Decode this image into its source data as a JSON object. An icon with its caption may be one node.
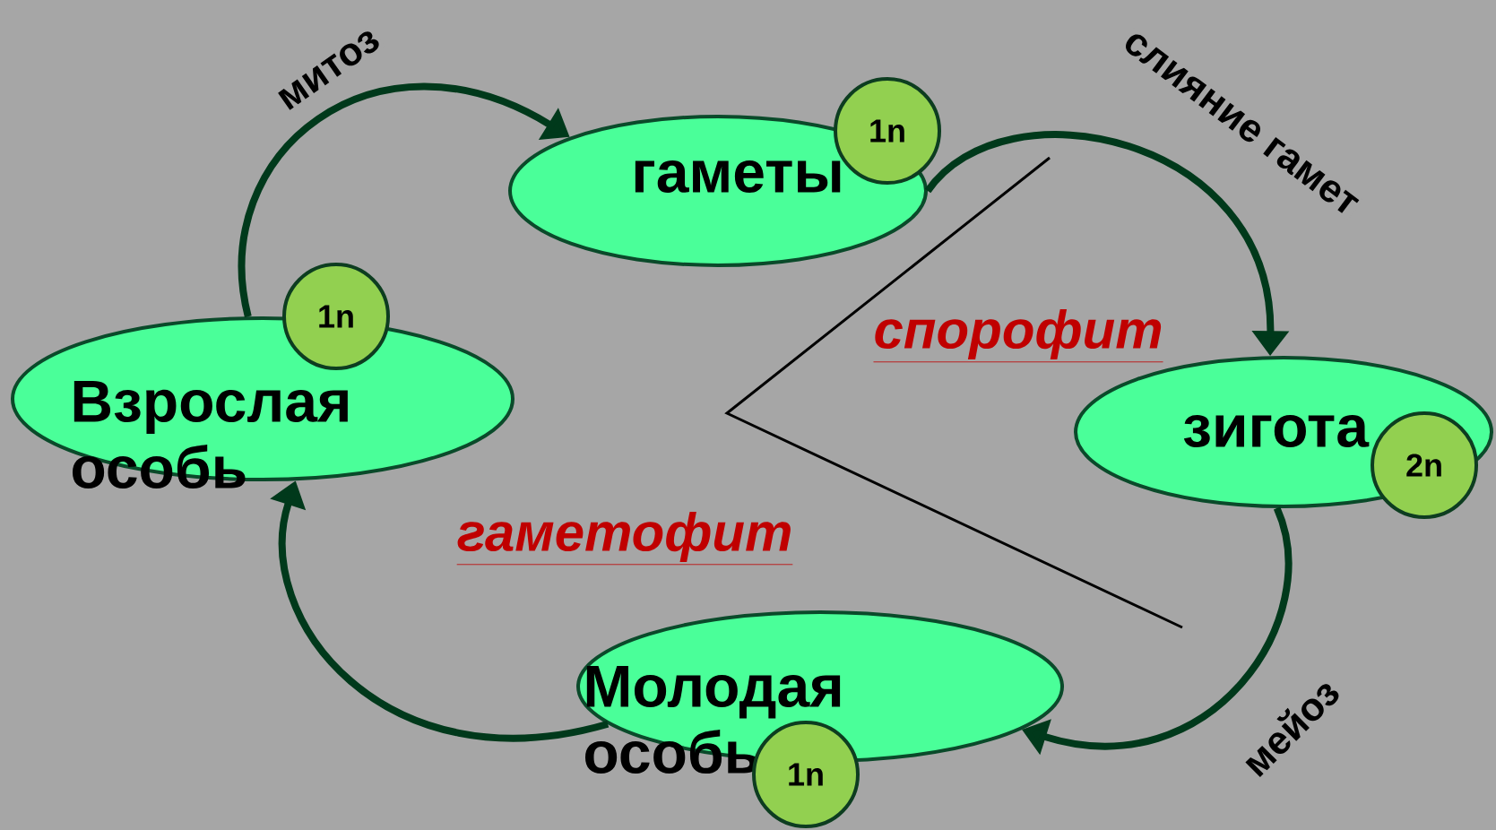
{
  "diagram": {
    "nodes": [
      {
        "text": [
          "гаметы"
        ]
      },
      {
        "text": [
          "1n"
        ]
      },
      {
        "text": [
          "зигота"
        ]
      },
      {
        "text": [
          "2n"
        ]
      },
      {
        "text": [
          "Молодая особь"
        ]
      },
      {
        "text": [
          "1n"
        ]
      },
      {
        "text": [
          "Взрослая особь"
        ]
      },
      {
        "text": [
          "1n"
        ]
      }
    ],
    "edges": [
      {
        "from": 6,
        "to": 0,
        "arrow": "to",
        "label": "митоз"
      },
      {
        "from": 0,
        "to": 2,
        "arrow": "to",
        "label": "слияние гамет"
      },
      {
        "from": 2,
        "to": 4,
        "arrow": "to",
        "label": "мейоз"
      },
      {
        "from": 4,
        "to": 6,
        "arrow": "to"
      }
    ],
    "labels": [
      "спорофит",
      "гаметофит"
    ]
  }
}
